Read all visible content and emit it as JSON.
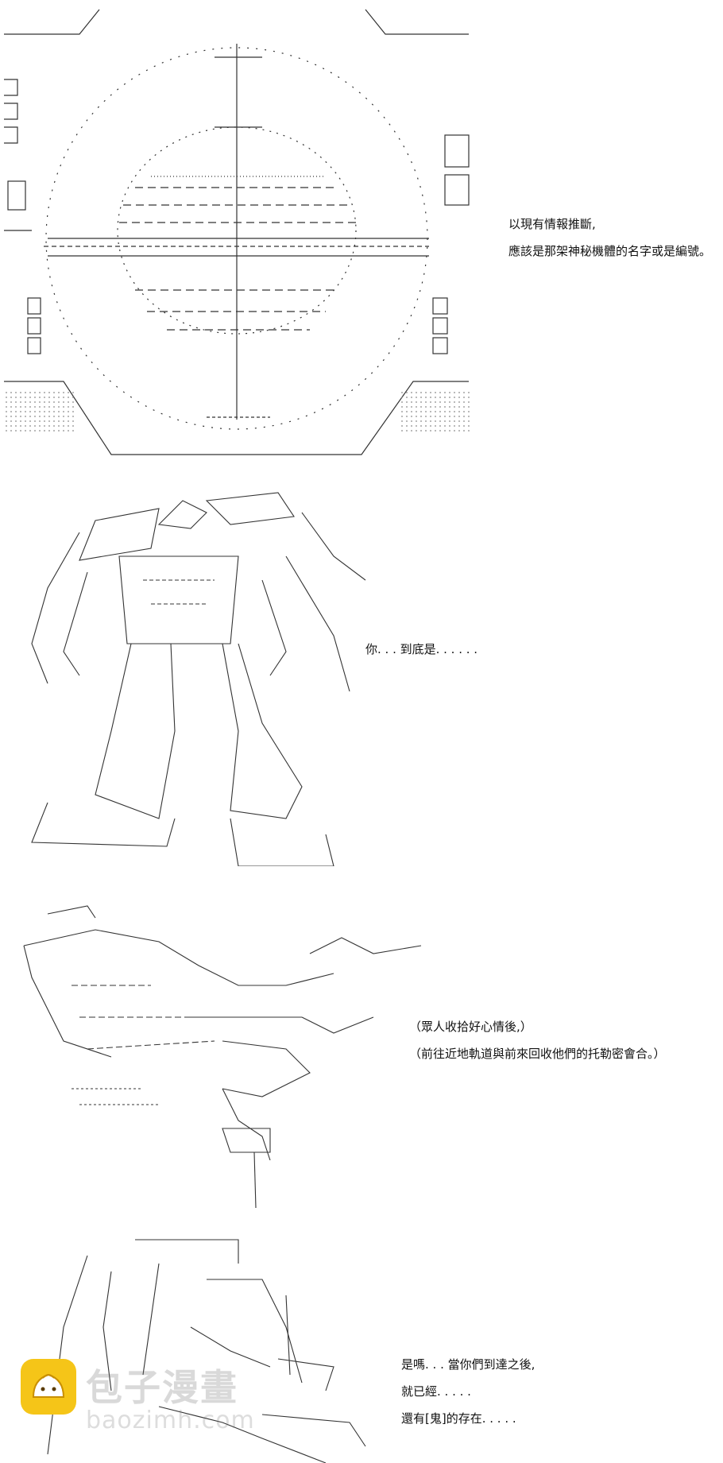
{
  "panels": [
    {
      "id": "hud",
      "lines": [
        "以現有情報推斷,",
        "應該是那架神秘機體的名字或是編號。"
      ]
    },
    {
      "id": "robot",
      "lines": [
        "你. . . 到底是. . . . . ."
      ]
    },
    {
      "id": "ship",
      "lines": [
        "（眾人收拾好心情後,）",
        "（前往近地軌道與前來回收他們的托勒密會合。）"
      ]
    },
    {
      "id": "kneeling",
      "lines": [
        "是嗎. . . 當你們到達之後,",
        "就已經. . . . .",
        "還有[鬼]的存在. . . . ."
      ]
    }
  ],
  "watermark": {
    "text": "包子漫畫",
    "url": "baozimh.com",
    "icon": "bun-logo-icon"
  },
  "colors": {
    "line": "#333333",
    "watermark": "#9a9a9a",
    "logo": "#f5c518"
  }
}
